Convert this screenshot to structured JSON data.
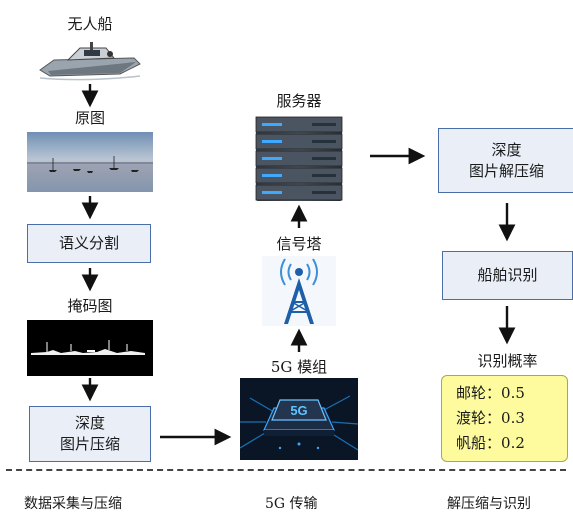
{
  "stages": {
    "boat_label": "无人船",
    "original_label": "原图",
    "segmentation_label": "语义分割",
    "mask_label": "掩码图",
    "compress_lines": [
      "深度",
      "图片压缩"
    ],
    "module_label": "5G 模组",
    "module_chip_text": "5G",
    "tower_label": "信号塔",
    "server_label": "服务器",
    "decompress_lines": [
      "深度",
      "图片解压缩"
    ],
    "recognition_label": "船舶识别",
    "probability_label": "识别概率"
  },
  "probabilities": [
    {
      "name": "邮轮",
      "value": "0.5"
    },
    {
      "name": "渡轮",
      "value": "0.3"
    },
    {
      "name": "帆船",
      "value": "0.2"
    }
  ],
  "sections": [
    "数据采集与压缩",
    "5G 传输",
    "解压缩与识别"
  ],
  "colors": {
    "box_fill": "#e9eef7",
    "box_border": "#4a6fa8",
    "prob_fill": "#fdfb9e"
  }
}
